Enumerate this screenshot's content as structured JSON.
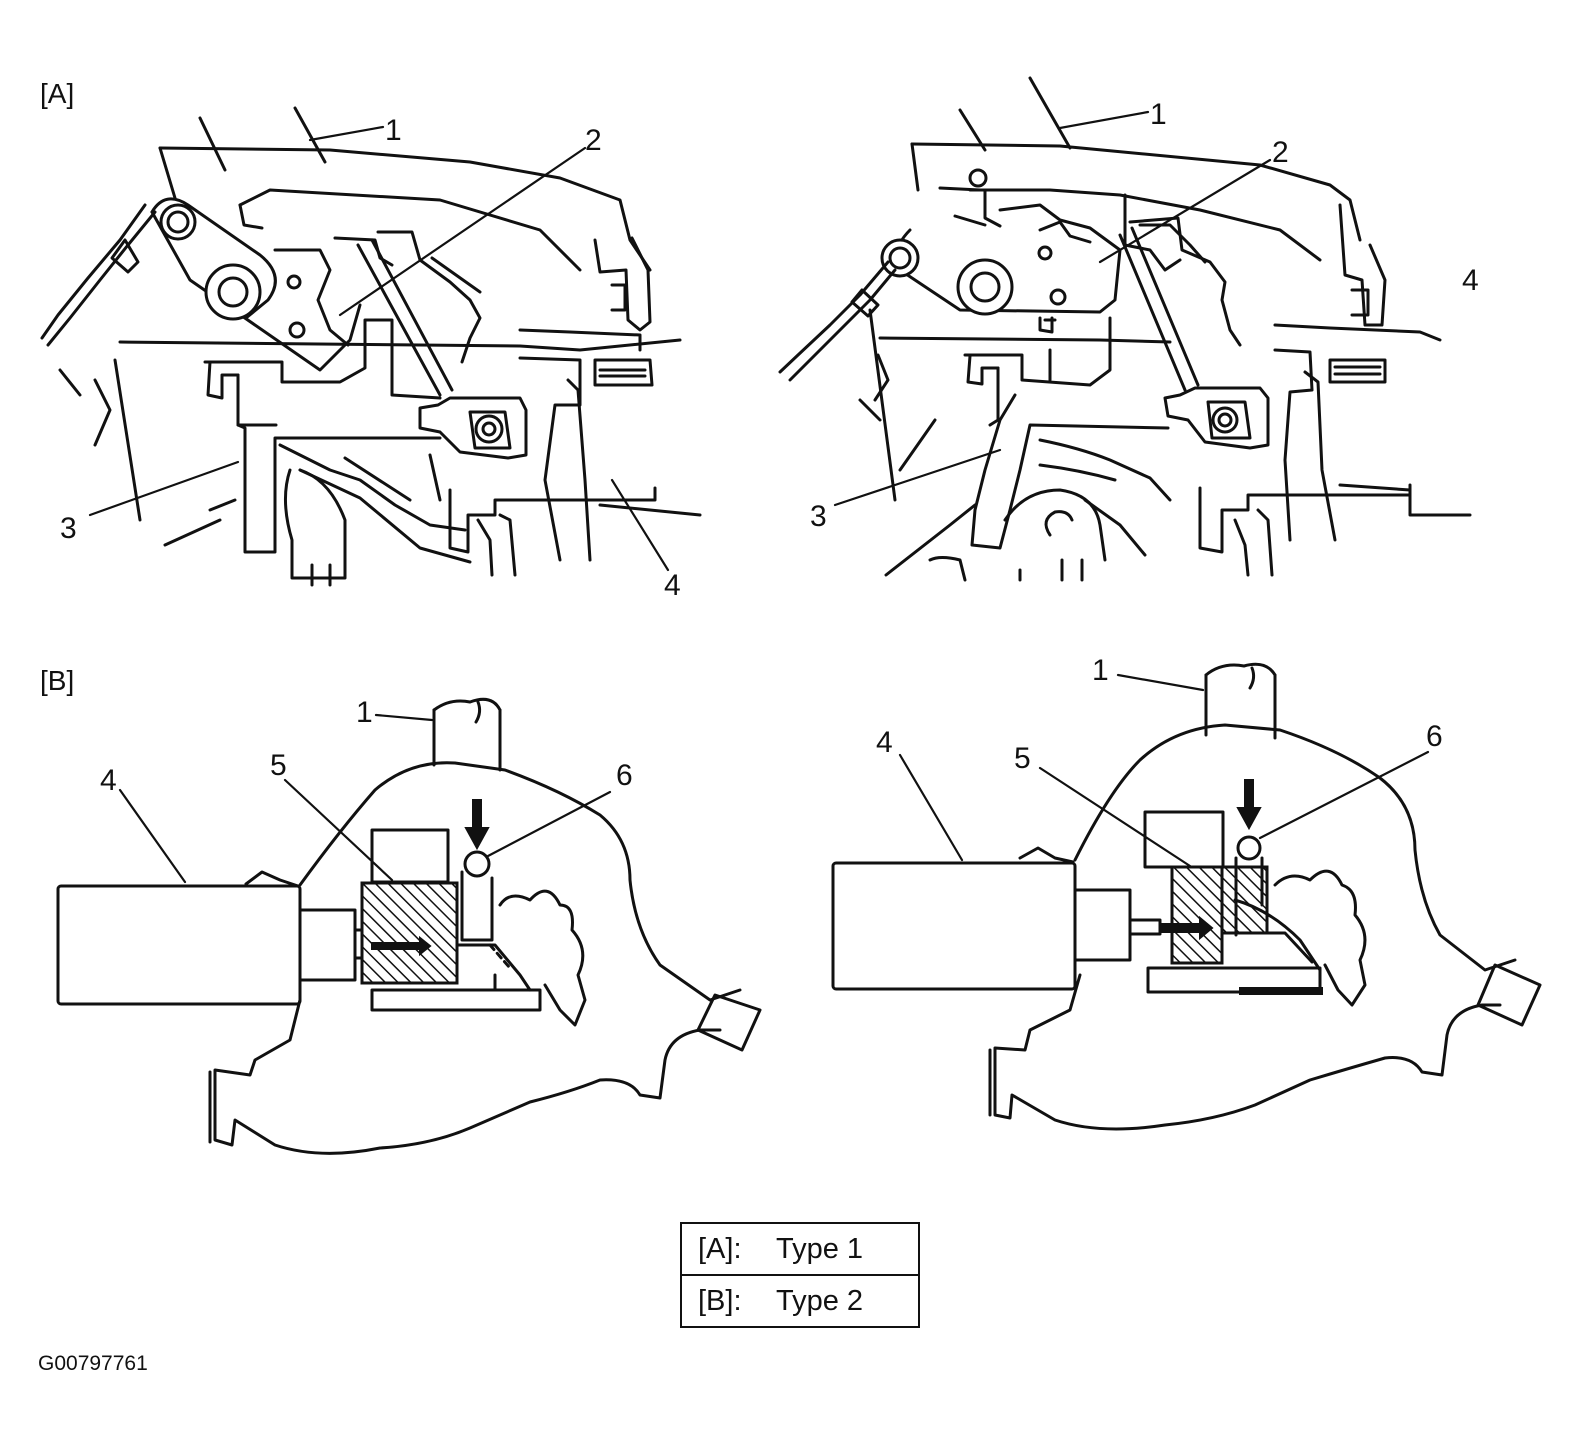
{
  "sections": {
    "a_label": "[A]",
    "b_label": "[B]"
  },
  "callouts": {
    "a_left": [
      "1",
      "2",
      "3",
      "4"
    ],
    "a_right": [
      "1",
      "2",
      "3",
      "4"
    ],
    "b_left": [
      "1",
      "4",
      "5",
      "6"
    ],
    "b_right": [
      "1",
      "4",
      "5",
      "6"
    ]
  },
  "legend": {
    "rows": [
      {
        "key": "[A]:",
        "value": "Type 1"
      },
      {
        "key": "[B]:",
        "value": "Type 2"
      }
    ]
  },
  "figure_code": "G00797761"
}
